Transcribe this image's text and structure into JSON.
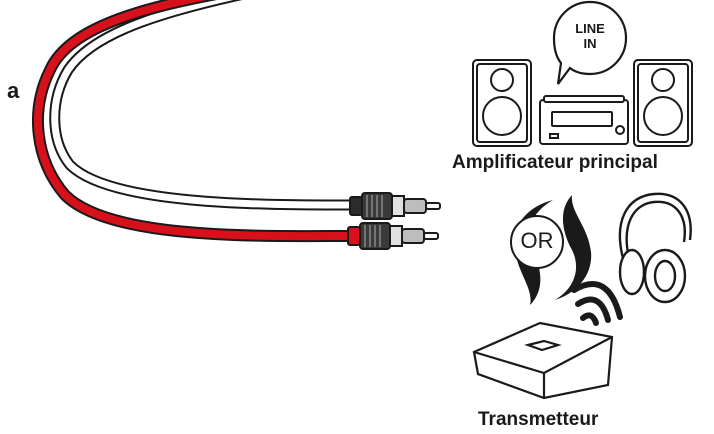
{
  "labels": {
    "cable": "a",
    "bubble_line1": "LINE",
    "bubble_line2": "IN",
    "amplifier": "Amplificateur principal",
    "or": "OR",
    "transmitter": "Transmetteur"
  },
  "colors": {
    "red_wire": "#d7111b",
    "white_wire": "#ffffff",
    "outline": "#1a1a1a",
    "plug_body": "#2b2b2b",
    "plug_metal": "#bdbdbd"
  },
  "icons": {
    "cable": "rca-stereo-cable",
    "amplifier": "mini-stereo-system-icon",
    "bubble": "speech-bubble-icon",
    "headphones": "headphones-icon",
    "wireless": "wireless-signal-icon",
    "transmitter": "bluetooth-transmitter-icon"
  }
}
